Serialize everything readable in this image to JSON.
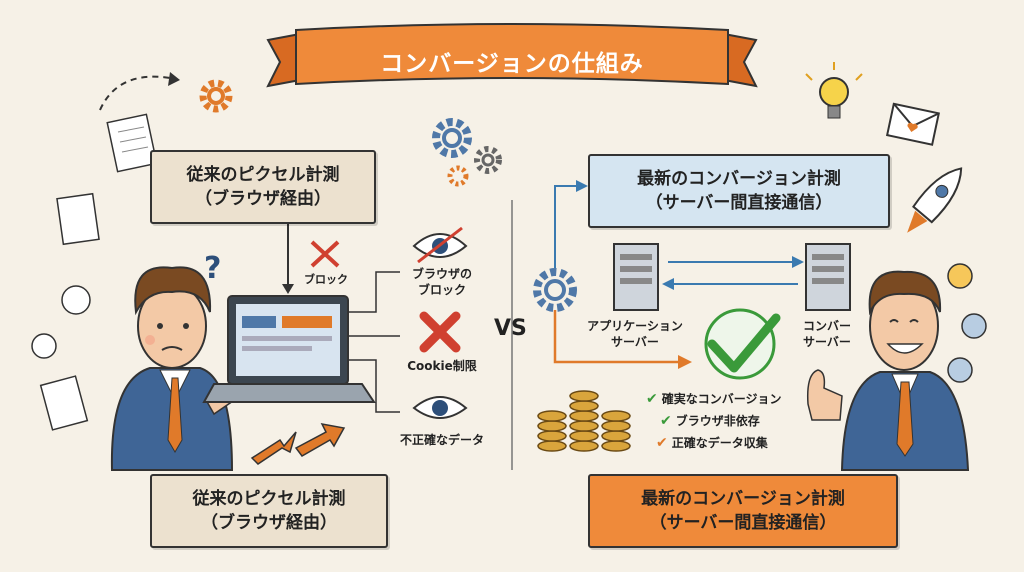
{
  "title": "コンバージョンの仕組み",
  "vs": "VS",
  "left": {
    "top_box": {
      "line1": "従来のピクセル計測",
      "line2": "（ブラウザ経由）"
    },
    "bottom_box": {
      "line1": "従来のピクセル計測",
      "line2": "（ブラウザ経由）"
    },
    "labels": {
      "block_small": "ブロック",
      "browser_block": "ブラウザの\nブロック",
      "cookie": "Cookie制限",
      "inaccurate": "不正確なデータ"
    }
  },
  "right": {
    "top_box": {
      "line1": "最新のコンバージョン計測",
      "line2": "（サーバー間直接通信）"
    },
    "bottom_box": {
      "line1": "最新のコンバージョン計測",
      "line2": "（サーバー間直接通信）"
    },
    "app_server": "アプリケーション\nサーバー",
    "conv_server": "コンバー\nサーバー",
    "benefits": [
      "確実なコンバージョン",
      "ブラウザ非依存",
      "正確なデータ収集"
    ]
  },
  "colors": {
    "orange": "#ef8a3a",
    "tan": "#ece1cf",
    "blue": "#d5e5f1",
    "green": "#3a9a3a"
  }
}
